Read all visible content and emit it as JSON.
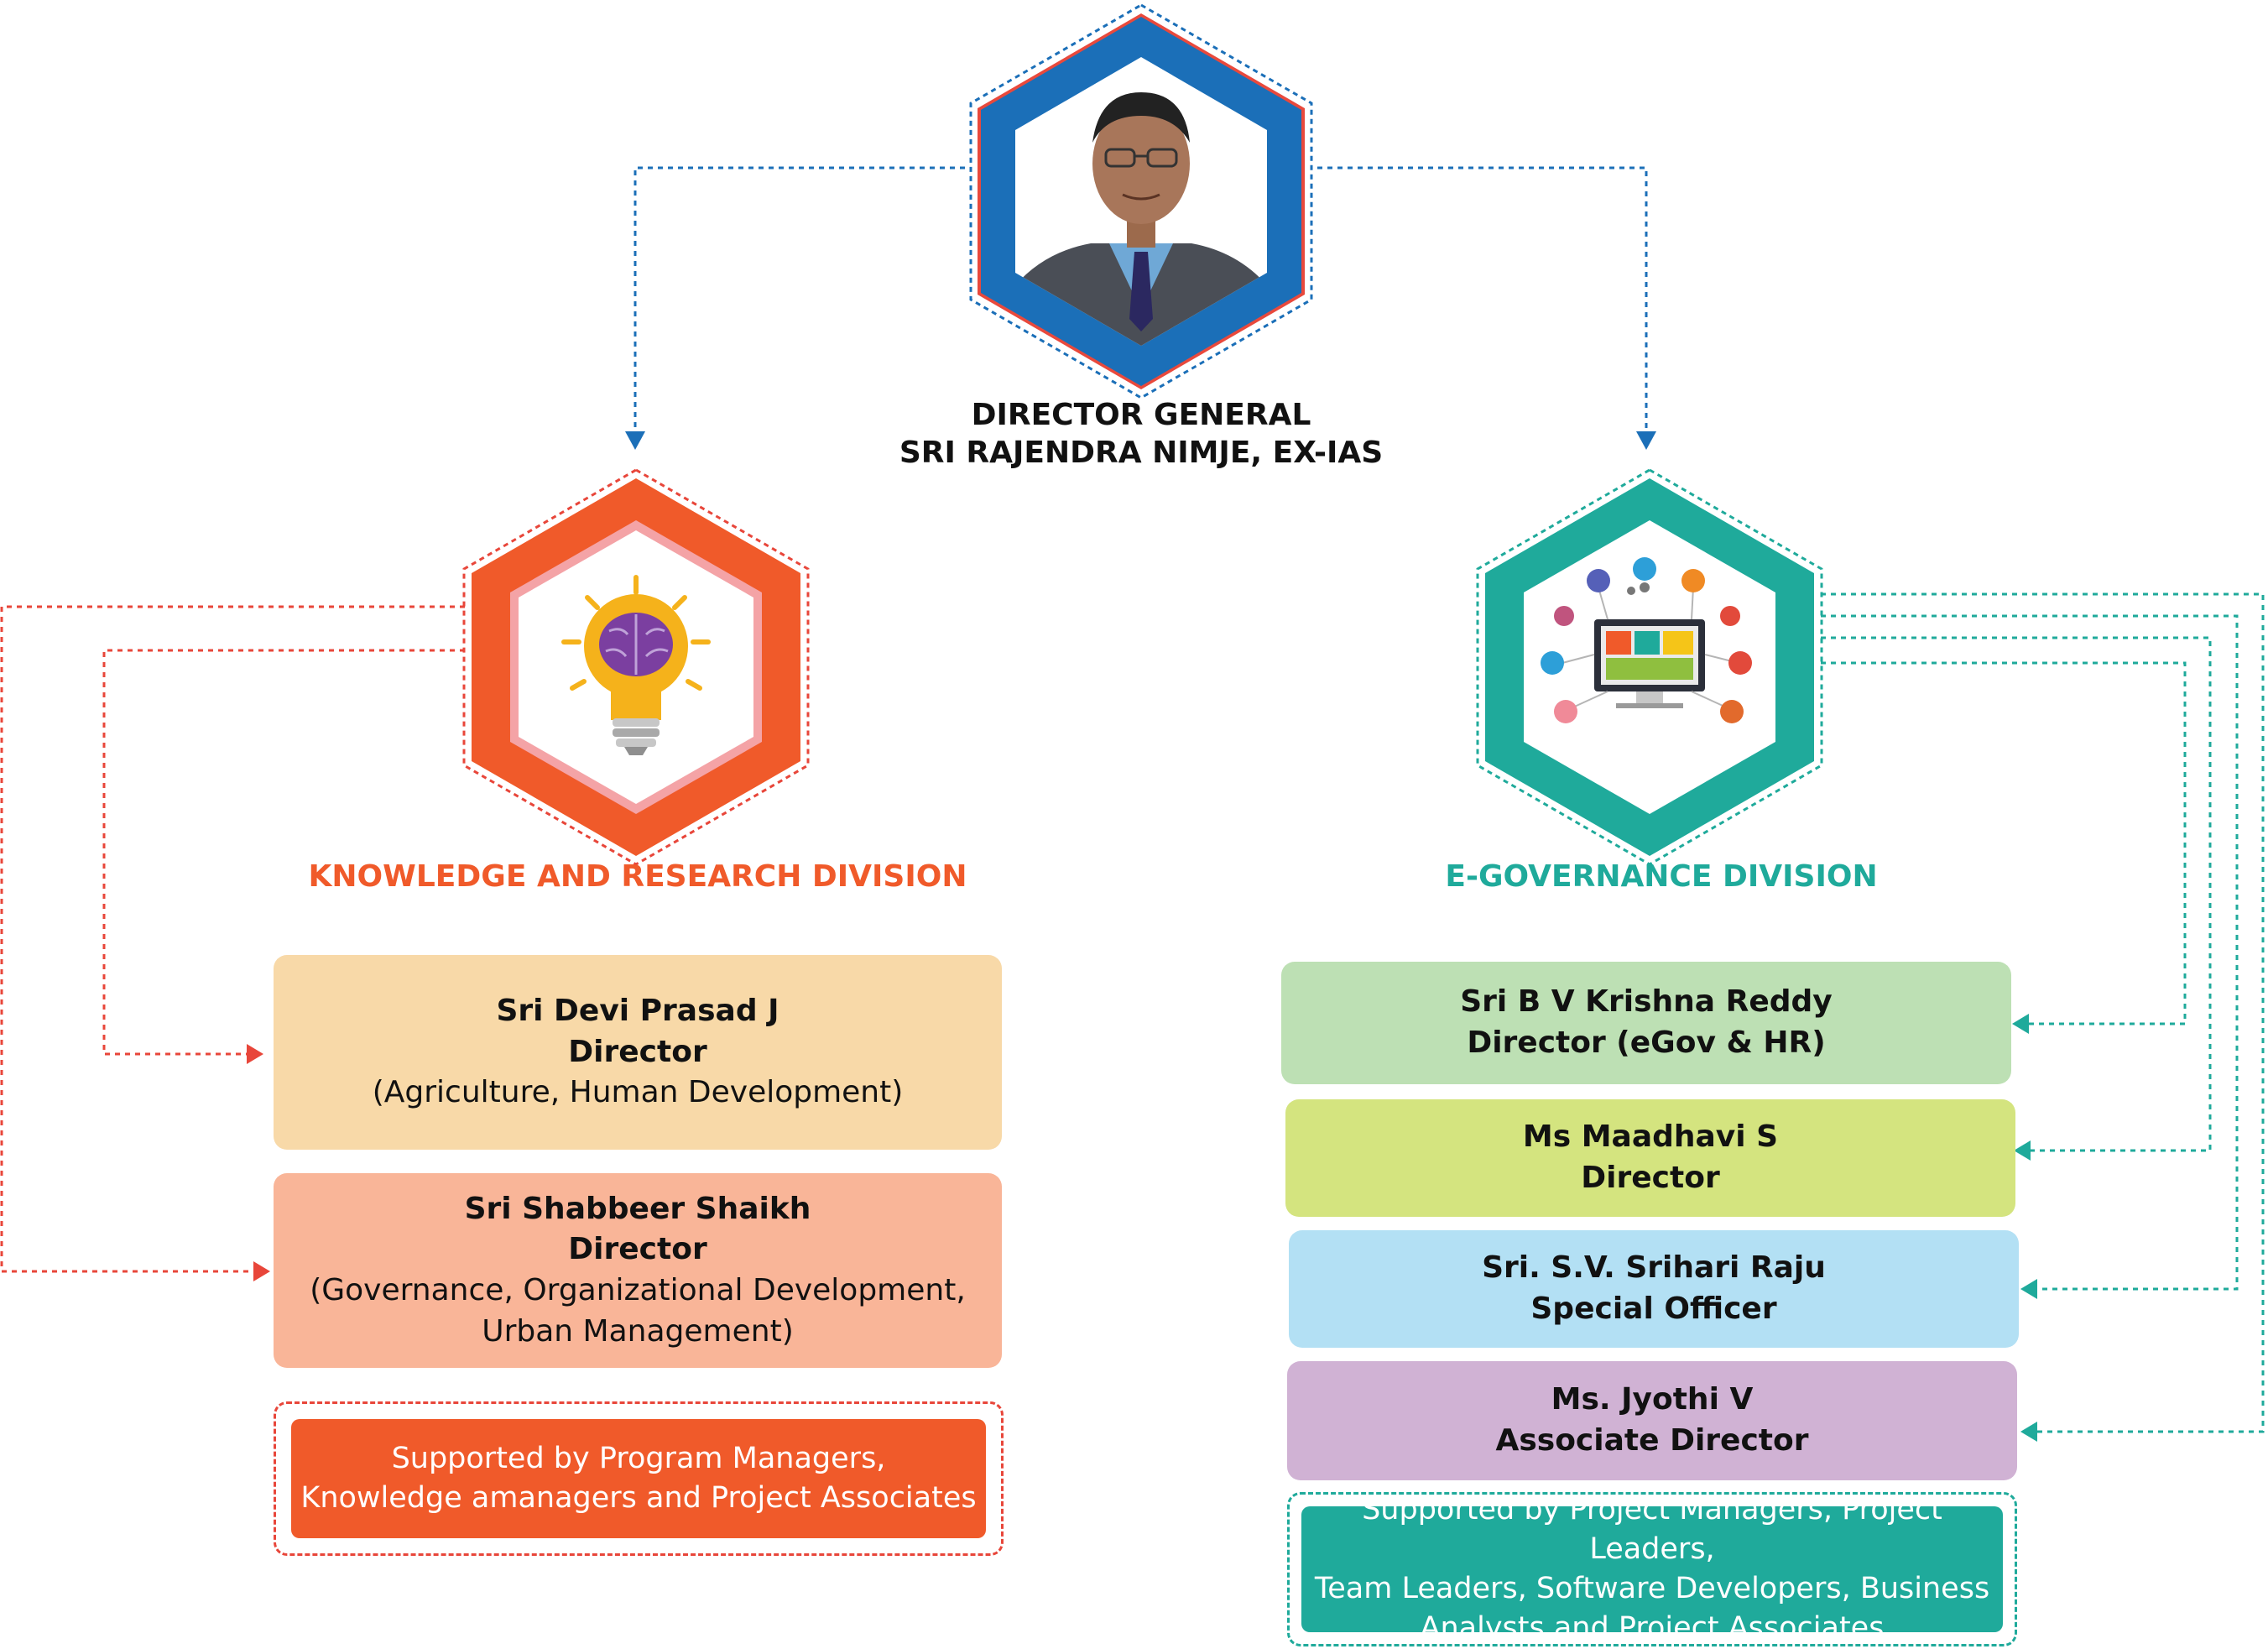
{
  "director_general": {
    "title": "DIRECTOR GENERAL",
    "name": "SRI RAJENDRA NIMJE, EX-IAS"
  },
  "knowledge_division": {
    "title": "KNOWLEDGE AND RESEARCH DIVISION",
    "icon": "lightbulb-brain-icon",
    "color": "#f05a2a",
    "members": [
      {
        "name": "Sri Devi Prasad J",
        "role": "Director",
        "detail": [
          "(Agriculture, Human Development)"
        ],
        "color": "#f8d9a8"
      },
      {
        "name": "Sri Shabbeer Shaikh",
        "role": "Director",
        "detail": [
          "(Governance, Organizational Development,",
          "Urban Management)"
        ],
        "color": "#f9b598"
      }
    ],
    "support": [
      "Supported by Program Managers,",
      "Knowledge amanagers and Project Associates"
    ]
  },
  "egov_division": {
    "title": "E-GOVERNANCE DIVISION",
    "icon": "egovernance-computer-icon",
    "color": "#1faa9b",
    "members": [
      {
        "name": "Sri B V Krishna Reddy",
        "role": "Director (eGov & HR)",
        "color": "#bde0b4"
      },
      {
        "name": "Ms Maadhavi S",
        "role": "Director",
        "color": "#d4e47f"
      },
      {
        "name": "Sri. S.V. Srihari Raju",
        "role": "Special Officer",
        "color": "#b3e0f4"
      },
      {
        "name": "Ms. Jyothi V",
        "role": "Associate Director",
        "color": "#d0b2d4"
      }
    ],
    "support": [
      "Supported by Project Managers, Project Leaders,",
      "Team Leaders, Software Developers, Business",
      "Analysts and Project Associates"
    ]
  },
  "colors": {
    "dg_blue": "#1b6fb8",
    "connector_red": "#e8463a",
    "connector_teal": "#1faa9b"
  }
}
